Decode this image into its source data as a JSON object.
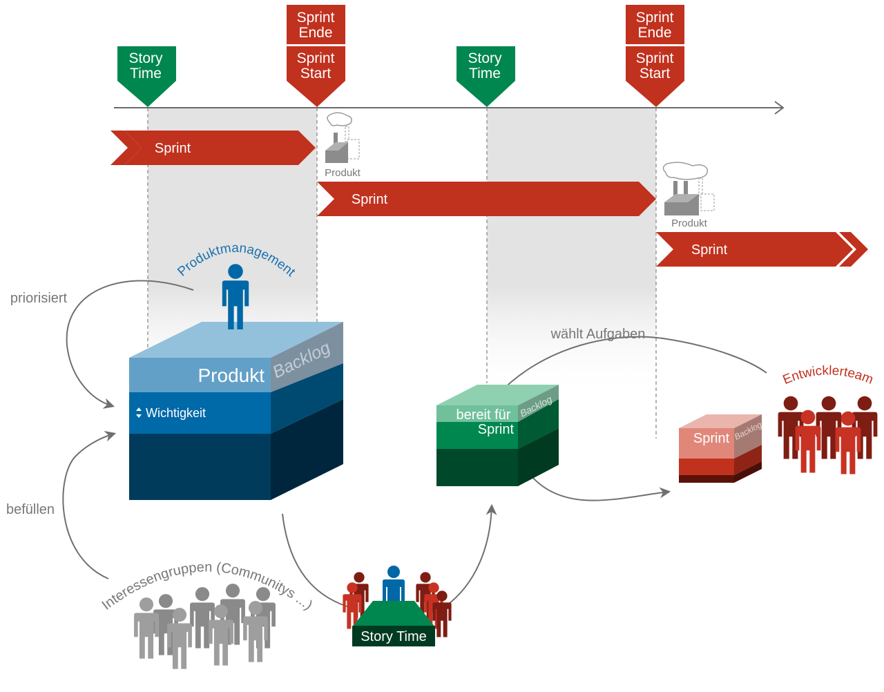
{
  "timeline": {
    "story_time_1": {
      "line1": "Story",
      "line2": "Time"
    },
    "story_time_2": {
      "line1": "Story",
      "line2": "Time"
    },
    "sprint_ende_1": {
      "line1": "Sprint",
      "line2": "Ende"
    },
    "sprint_start_1": {
      "line1": "Sprint",
      "line2": "Start"
    },
    "sprint_ende_2": {
      "line1": "Sprint",
      "line2": "Ende"
    },
    "sprint_start_2": {
      "line1": "Sprint",
      "line2": "Start"
    }
  },
  "sprints": {
    "sprint_1": "Sprint",
    "sprint_2": "Sprint",
    "sprint_3": "Sprint"
  },
  "factories": {
    "product_1": "Produkt",
    "product_2": "Produkt"
  },
  "product_backlog": {
    "role_label": "Produktmanagement",
    "title": "Produkt",
    "side_label": "Backlog",
    "priority_label": "Wichtigkeit",
    "priority_icon": "up-down-arrows-icon"
  },
  "ready_backlog": {
    "line1": "bereit für",
    "line2": "Sprint",
    "side_label": "Backlog"
  },
  "sprint_backlog": {
    "title": "Sprint",
    "side_label": "Backlog"
  },
  "arrows": {
    "priorisiert": "priorisiert",
    "befuellen": "befüllen",
    "waehlt_aufgaben": "wählt Aufgaben"
  },
  "groups": {
    "stakeholders": "Interessengruppen (Communitys ...)",
    "dev_team": "Entwicklerteam",
    "story_time_meeting": "Story Time"
  },
  "colors": {
    "red": "#c0311e",
    "green": "#008a52",
    "blue": "#0066a6",
    "gray": "#808080"
  }
}
